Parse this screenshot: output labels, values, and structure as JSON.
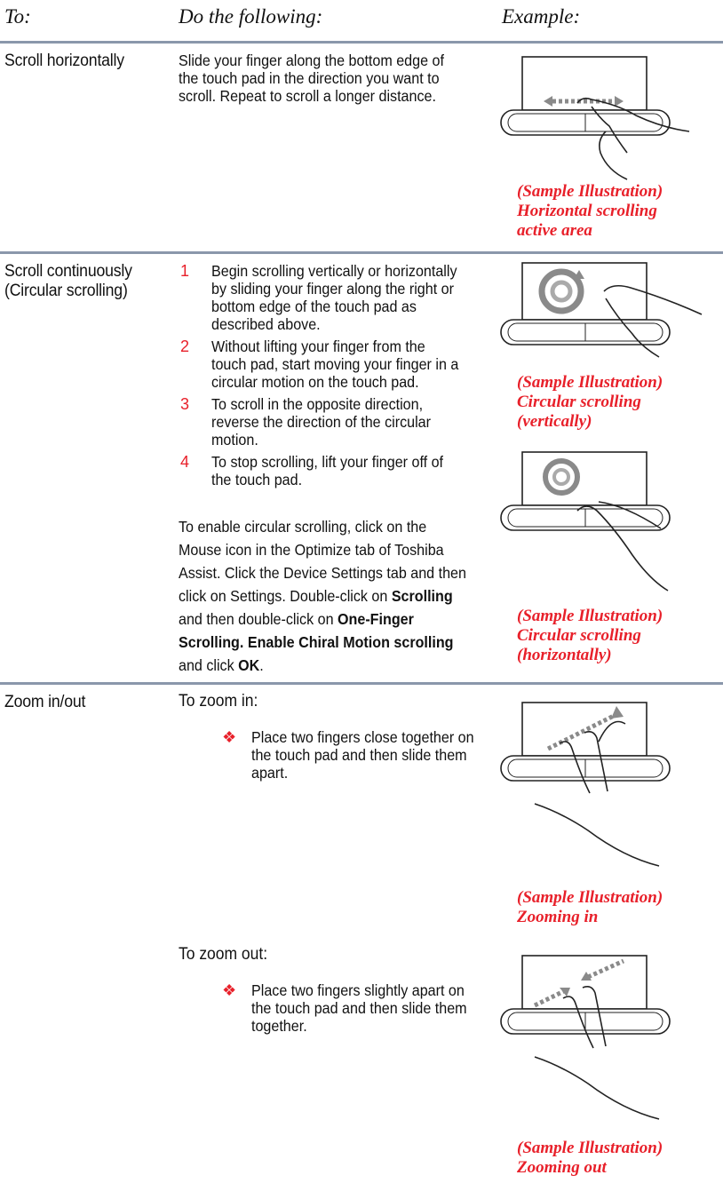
{
  "header": {
    "to": "To:",
    "do": "Do the following:",
    "example": "Example:"
  },
  "rows": {
    "scroll_h": {
      "label": "Scroll horizontally",
      "text": [
        "Slide your finger along the bottom edge of",
        "the touch pad in the direction you want to",
        "scroll. Repeat to scroll a longer distance."
      ],
      "caption": [
        "(Sample Illustration)",
        "Horizontal scrolling",
        "active area"
      ]
    },
    "scroll_c": {
      "label": [
        "Scroll continuously",
        "(Circular scrolling)"
      ],
      "steps": [
        {
          "num": "1",
          "lines": [
            "Begin scrolling vertically or horizontally",
            "by sliding your finger along the right or",
            "bottom edge of the touch pad as",
            "described above."
          ]
        },
        {
          "num": "2",
          "lines": [
            "Without lifting your finger from the",
            "touch pad, start moving your finger in a",
            "circular motion on the touch pad."
          ]
        },
        {
          "num": "3",
          "lines": [
            "To scroll in the opposite direction,",
            "reverse the direction of the circular",
            "motion."
          ]
        },
        {
          "num": "4",
          "lines": [
            "To stop scrolling, lift your finger off of",
            "the touch pad."
          ]
        }
      ],
      "note": {
        "l1": "To enable circular scrolling, click on the",
        "l2": "Mouse icon in the Optimize tab of Toshiba",
        "l3": "Assist. Click the Device Settings tab and then",
        "l4a": "click on Settings. Double-click on ",
        "l4b": "Scrolling",
        "l5a": "and then double-click on ",
        "l5b": "One-Finger",
        "l6": "Scrolling. Enable Chiral Motion scrolling",
        "l7a": "and click ",
        "l7b": "OK",
        "l7c": "."
      },
      "caption_v": [
        "(Sample Illustration)",
        "Circular scrolling",
        "(vertically)"
      ],
      "caption_h": [
        "(Sample Illustration)",
        "Circular scrolling",
        "(horizontally)"
      ]
    },
    "zoom": {
      "label": "Zoom in/out",
      "in_title": "To zoom in:",
      "in_bullet": [
        "Place two fingers close together on",
        "the touch pad and then slide them",
        "apart."
      ],
      "in_caption": [
        "(Sample Illustration)",
        "Zooming in"
      ],
      "out_title": "To zoom out:",
      "out_bullet": [
        "Place two fingers slightly apart on",
        "the touch pad and then slide them",
        "together."
      ],
      "out_caption": [
        "(Sample Illustration)",
        "Zooming out"
      ],
      "bullet_glyph": "❖"
    }
  },
  "colors": {
    "accent": "#e8202a",
    "rule": "#8a97ab"
  }
}
